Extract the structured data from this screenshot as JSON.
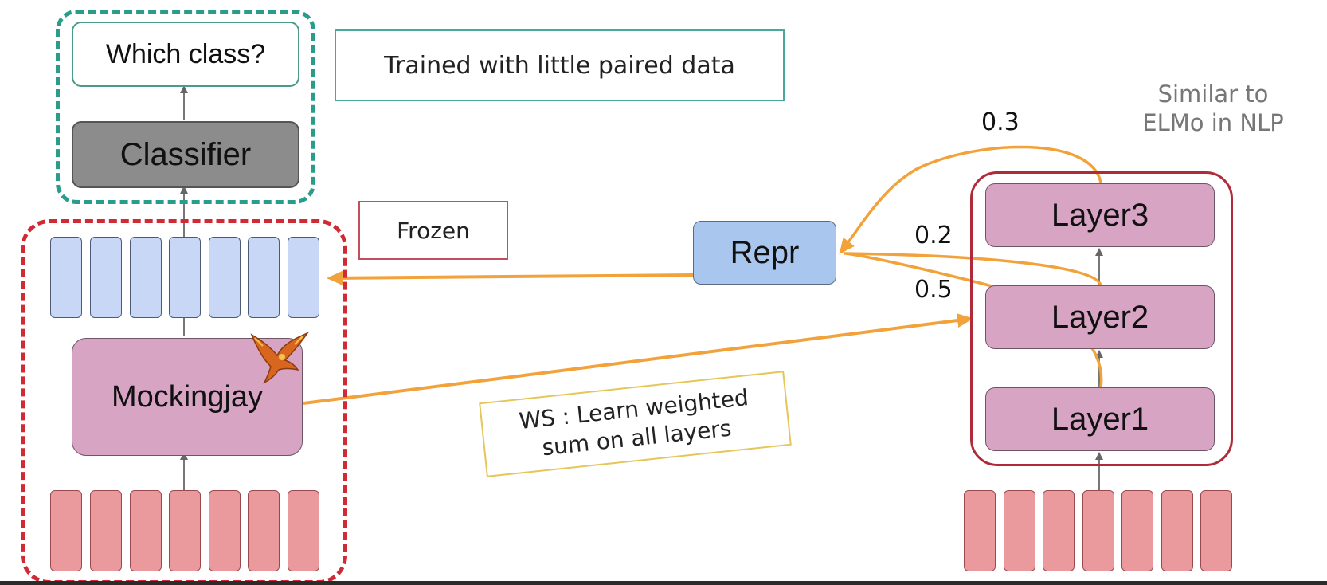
{
  "question_box": {
    "label": "Which class?"
  },
  "classifier": {
    "label": "Classifier"
  },
  "note_trained": {
    "label": "Trained with little paired data"
  },
  "note_frozen": {
    "label": "Frozen"
  },
  "mockingjay": {
    "label": "Mockingjay",
    "icon": "bird-icon"
  },
  "repr": {
    "label": "Repr"
  },
  "note_ws": {
    "line1": "WS : Learn weighted",
    "line2": "sum on all layers"
  },
  "similar_note": {
    "line1": "Similar to",
    "line2": "ELMo in NLP"
  },
  "layers": [
    {
      "label": "Layer3"
    },
    {
      "label": "Layer2"
    },
    {
      "label": "Layer1"
    }
  ],
  "weights": {
    "layer3": "0.3",
    "layer2": "0.2",
    "layer1": "0.5"
  },
  "colors": {
    "teal_dashed": "#2a9d8a",
    "red_dashed": "#d02a35",
    "orange_arrow": "#f2a23a",
    "classifier_gray": "#8c8c8c",
    "repr_blue": "#a9c7ee",
    "layer_pink": "#d7a4c4",
    "token_blue": "#c9d7f7",
    "token_red": "#ea9a9d"
  }
}
